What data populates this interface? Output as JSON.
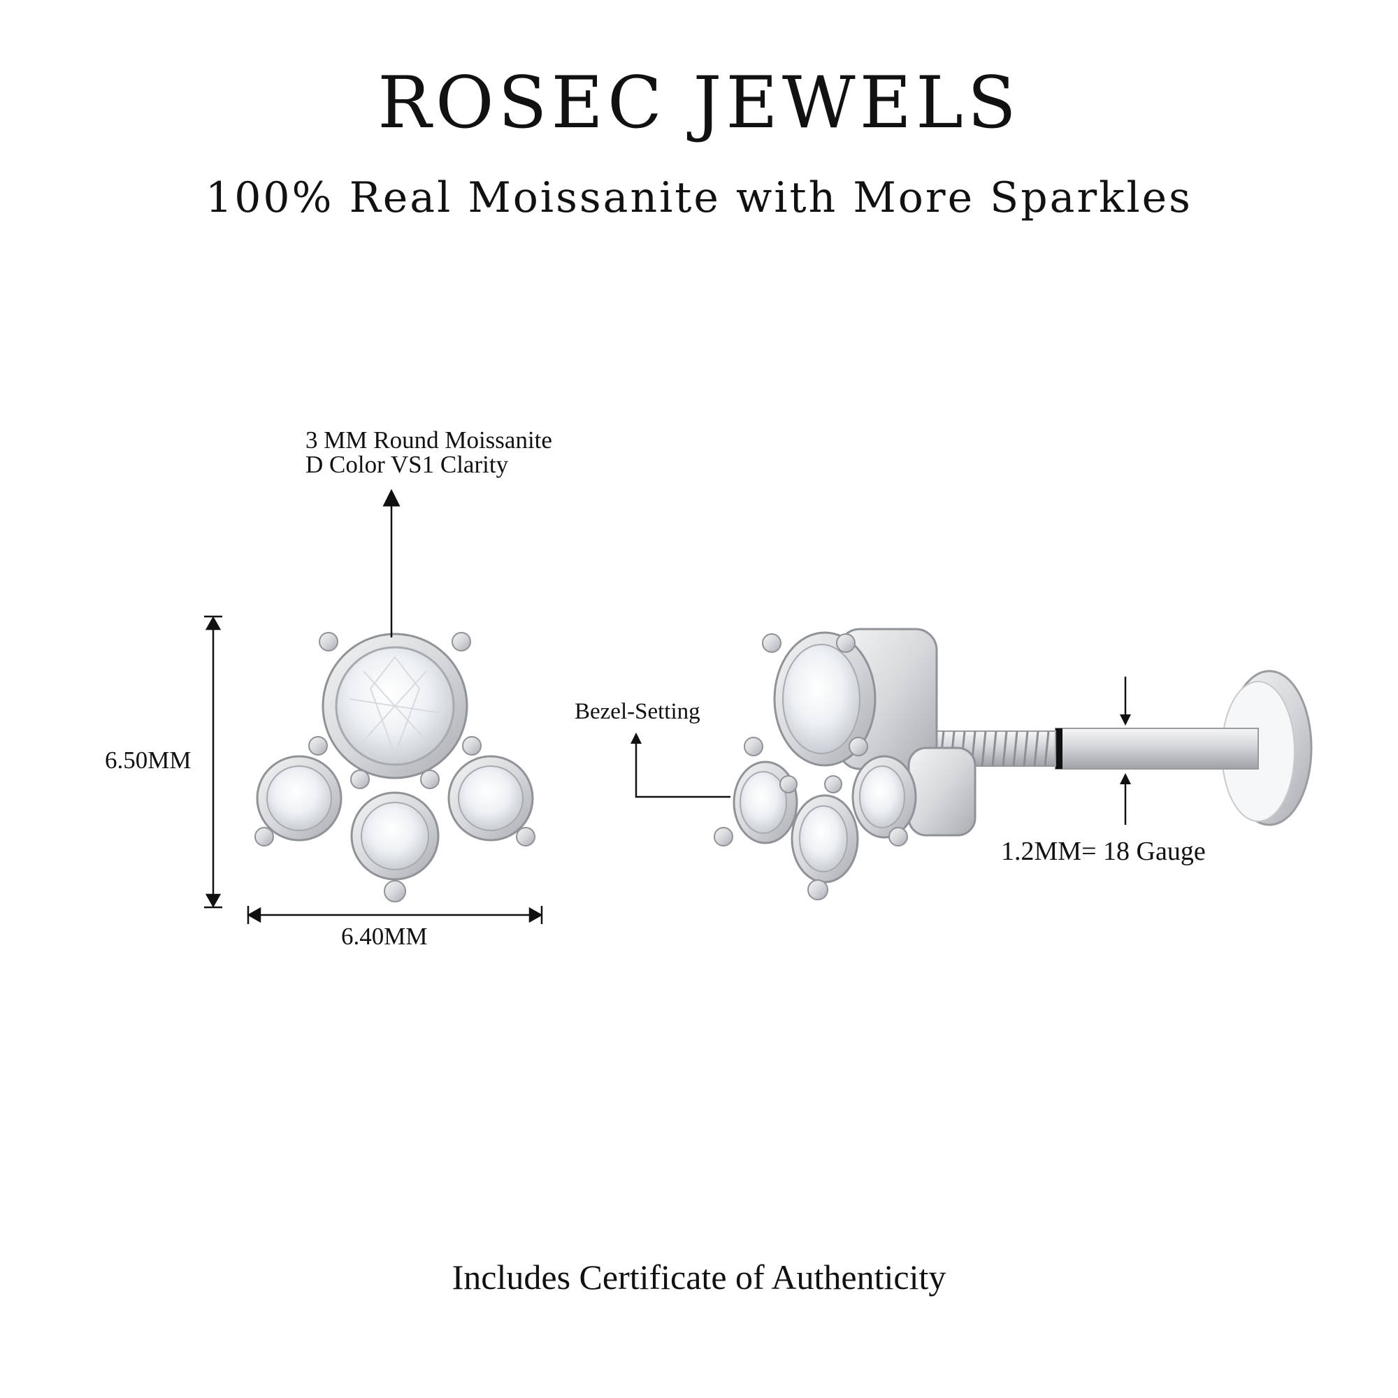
{
  "brand": {
    "name": "ROSEC JEWELS",
    "tagline": "100% Real Moissanite with More Sparkles"
  },
  "front_view": {
    "stone_label_line1": "3 MM Round Moissanite",
    "stone_label_line2": "D Color VS1 Clarity",
    "height_label": "6.50MM",
    "width_label": "6.40MM"
  },
  "side_view": {
    "setting_label": "Bezel-Setting",
    "gauge_label": "1.2MM= 18 Gauge"
  },
  "footer": {
    "text": "Includes Certificate of Authenticity"
  },
  "colors": {
    "metal": "#d9dadc",
    "metal_dark": "#9a9ca0",
    "stone": "#f4f6f8",
    "line": "#111111"
  }
}
